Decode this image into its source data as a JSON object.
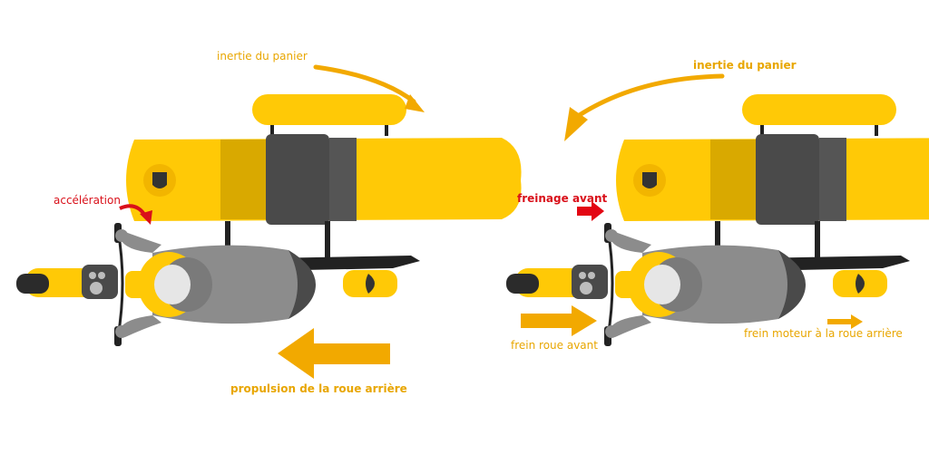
{
  "colors": {
    "yellow": "#ffc906",
    "yellow_dark": "#d9a900",
    "arrow_orange": "#f2a900",
    "text_gold": "#e8a600",
    "red": "#e30613",
    "dark_gray": "#4a4a4a",
    "rider_gray": "#8c8c8c",
    "black": "#222222"
  },
  "left_panel": {
    "basket_inertia_label": "inertie du panier",
    "acceleration_label": "accélération",
    "rear_wheel_propulsion_label": "propulsion de la roue arrière"
  },
  "right_panel": {
    "basket_inertia_label": "inertie du panier",
    "front_braking_label": "freinage avant",
    "front_wheel_brake_label": "frein roue avant",
    "engine_brake_label": "frein moteur à la roue arrière"
  }
}
